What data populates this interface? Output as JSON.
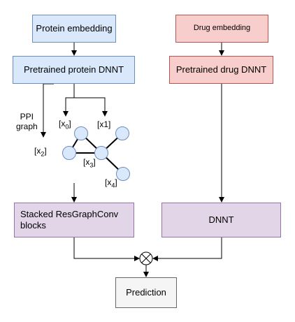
{
  "boxes": {
    "protein_embedding": "Protein embedding",
    "drug_embedding": "Drug embedding",
    "pretrained_protein": "Pretrained protein DNNT",
    "pretrained_drug": "Pretrained drug DNNT",
    "stacked_line1": "Stacked ResGraphConv",
    "stacked_line2": "blocks",
    "dnnt": "DNNT",
    "prediction": "Prediction"
  },
  "graph": {
    "ppi_line1": "PPI",
    "ppi_line2": "graph",
    "nodes": [
      {
        "name": "x",
        "sub": "0"
      },
      {
        "name": "x1",
        "sub": ""
      },
      {
        "name": "x",
        "sub": "2"
      },
      {
        "name": "x",
        "sub": "3"
      },
      {
        "name": "x",
        "sub": "4"
      }
    ]
  },
  "colors": {
    "blue_fill": "#dae8fc",
    "red_fill": "#f8cecc",
    "purple_fill": "#e1d5e7",
    "gray_fill": "#f5f5f5"
  }
}
